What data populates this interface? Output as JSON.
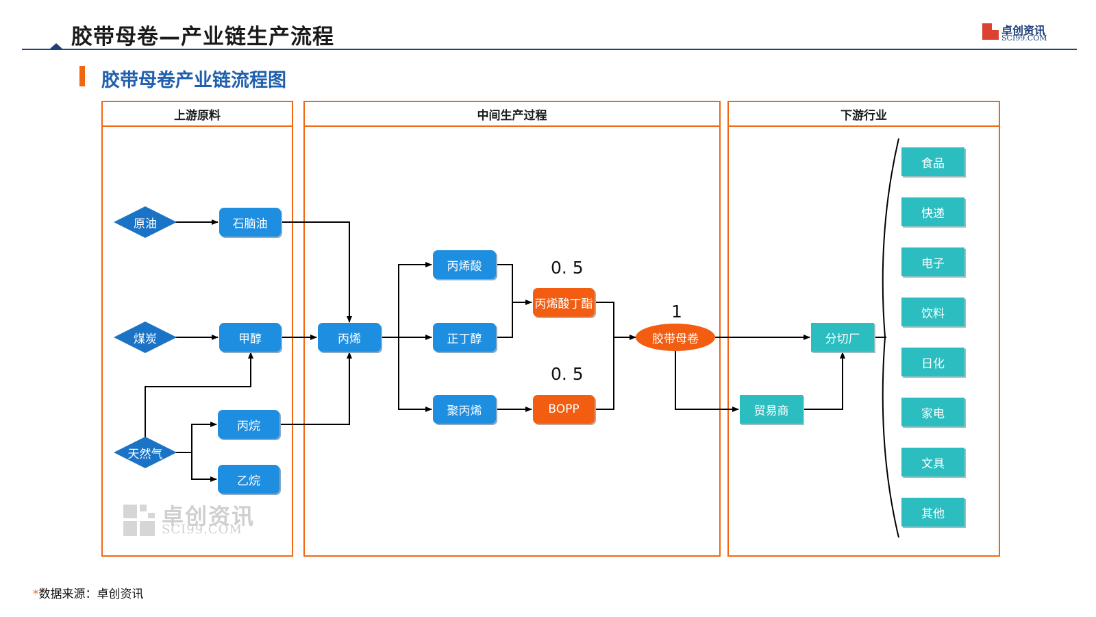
{
  "header": {
    "title": "胶带母卷—产业链生产流程",
    "logo_name": "卓创资讯",
    "logo_url": "SCI99.COM"
  },
  "subtitle": "胶带母卷产业链流程图",
  "panels": {
    "upstream": "上游原料",
    "middle": "中间生产过程",
    "downstream": "下游行业"
  },
  "nodes": {
    "crude_oil": "原油",
    "coal": "煤炭",
    "natural_gas": "天然气",
    "naphtha": "石脑油",
    "methanol": "甲醇",
    "propane": "丙烷",
    "ethane": "乙烷",
    "propylene": "丙烯",
    "acrylic_acid": "丙烯酸",
    "n_butanol": "正丁醇",
    "polypropylene": "聚丙烯",
    "butyl_acrylate": "丙烯酸丁酯",
    "bopp": "BOPP",
    "tape_roll": "胶带母卷",
    "trader": "贸易商",
    "slitting_plant": "分切厂"
  },
  "ratios": {
    "butyl_acrylate": "0. 5",
    "bopp": "0. 5",
    "tape_roll": "1"
  },
  "downstream_industries": [
    "食品",
    "快递",
    "电子",
    "饮料",
    "日化",
    "家电",
    "文具",
    "其他"
  ],
  "watermark": {
    "name": "卓创资讯",
    "url": "SCI99.COM"
  },
  "source": {
    "star": "*",
    "text": "数据来源：卓创资讯"
  },
  "colors": {
    "accent_orange": "#f2660f",
    "node_blue": "#1e8ee0",
    "diamond_blue": "#1a73c4",
    "node_orange": "#f25d12",
    "node_teal": "#2bbdc0",
    "header_navy": "#1f3f7a"
  }
}
